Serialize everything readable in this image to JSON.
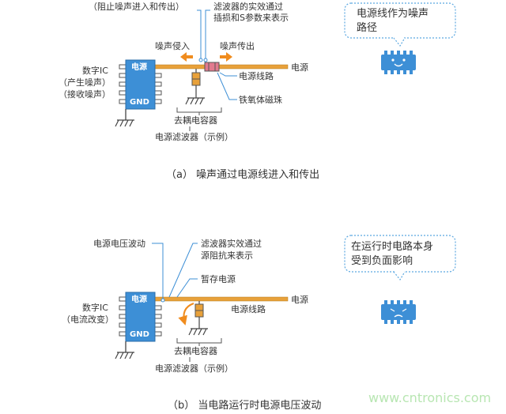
{
  "diagram_a": {
    "top_left_note": "（阻止噪声进入和传出）",
    "top_right_note_1": "滤波器的实效通过",
    "top_right_note_2": "插损和S参数来表示",
    "noise_in": "噪声侵入",
    "noise_out": "噪声传出",
    "power_label": "电源",
    "chip_label": "电源",
    "gnd_label": "GND",
    "digital_ic_1": "数字IC",
    "digital_ic_2": "（产生噪声）",
    "digital_ic_3": "（接收噪声）",
    "power_line": "电源线路",
    "ferrite": "铁氧体磁珠",
    "decoupling_cap": "去耦电容器",
    "filter_example": "电源滤波器（示例）",
    "bubble_1": "电源线作为噪声",
    "bubble_2": "路径",
    "caption": "（a） 噪声通过电源线进入和传出"
  },
  "diagram_b": {
    "voltage_fluct": "电源电压波动",
    "note_1": "滤波器实效通过",
    "note_2": "源阻抗来表示",
    "temp_power": "暂存电源",
    "power_label": "电源",
    "chip_label": "电源",
    "gnd_label": "GND",
    "digital_ic_1": "数字IC",
    "digital_ic_2": "（电流改变）",
    "power_line": "电源线路",
    "decoupling_cap": "去耦电容器",
    "filter_example": "电源滤波器（示例）",
    "bubble_1": "在运行时电路本身",
    "bubble_2": "受到负面影响",
    "caption": "（b） 当电路运行时电源电压波动"
  },
  "watermark": "www.cntronics.com",
  "colors": {
    "chip_blue": "#3d8fd6",
    "line_orange": "#e8a13a",
    "arrow_orange": "#f08c1e",
    "ferrite_pink": "#e27a8e",
    "leader_blue": "#3d8fd6",
    "bubble_border": "#5aa7e0"
  }
}
